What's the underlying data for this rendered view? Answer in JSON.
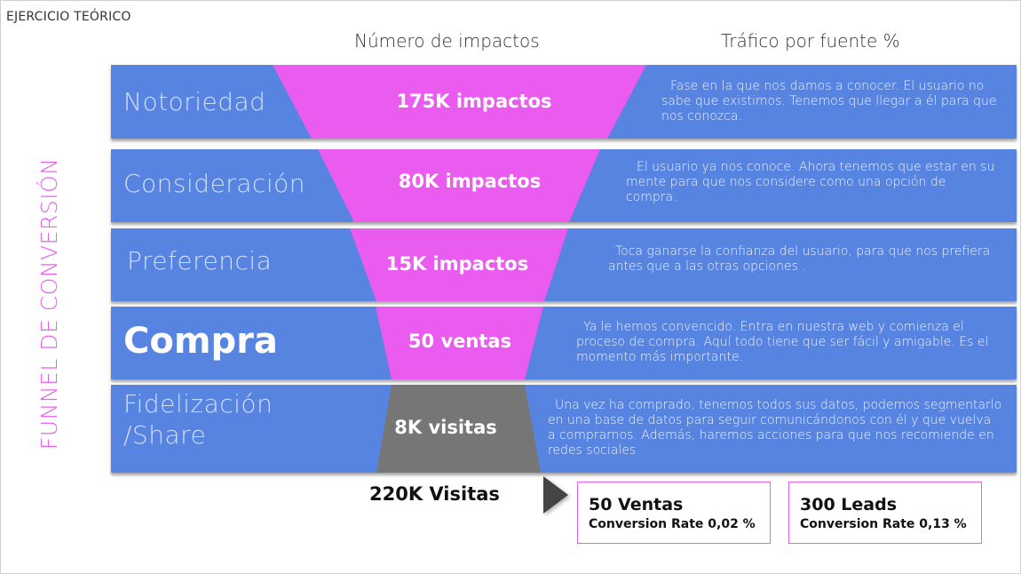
{
  "slide": {
    "title": "EJERCICIO TEÓRICO",
    "vertical_title": "FUNNEL DE CONVERSIÓN",
    "headers": {
      "impacts": "Número de impactos",
      "traffic": "Tráfico por fuente %"
    }
  },
  "colors": {
    "band_blue": "#5784e0",
    "funnel_pink": "#ea5bef",
    "funnel_gray": "#767676",
    "accent_pink": "#ee5df0"
  },
  "stages": [
    {
      "label": "Notoriedad",
      "value": "175K impactos",
      "description": "Fase en la que nos damos a conocer. El usuario no sabe que existimos. Tenemos que llegar a él para que nos conozca."
    },
    {
      "label": "Consideración",
      "value": "80K impactos",
      "description": "El usuario ya nos conoce. Ahora tenemos que estar en su mente para que nos considere como una opción de compra."
    },
    {
      "label": "Preferencia",
      "value": "15K impactos",
      "description": "Toca ganarse la confianza del usuario, para que nos prefiera antes que a las otras opciones ."
    },
    {
      "label": "Compra",
      "value": "50 ventas",
      "description": "Ya le hemos convencido. Entra en nuestra web y comienza el proceso de compra. Aquí todo tiene que ser fácil y amigable. Es el momento más importante."
    },
    {
      "label_line1": "Fidelización",
      "label_line2": "/Share",
      "value": "8K visitas",
      "description": "Una vez ha comprado, tenemos todos sus datos, podemos segmentarlo en una base de datos para seguir comunicándonos con él y que vuelva a  comprarnos. Además, haremos acciones para que nos recomiende en redes sociales"
    }
  ],
  "summary": {
    "total_visits": "220K Visitas",
    "boxes": [
      {
        "title": "50 Ventas",
        "subtitle": "Conversion Rate 0,02 %"
      },
      {
        "title": "300 Leads",
        "subtitle": "Conversion Rate 0,13 %"
      }
    ]
  }
}
